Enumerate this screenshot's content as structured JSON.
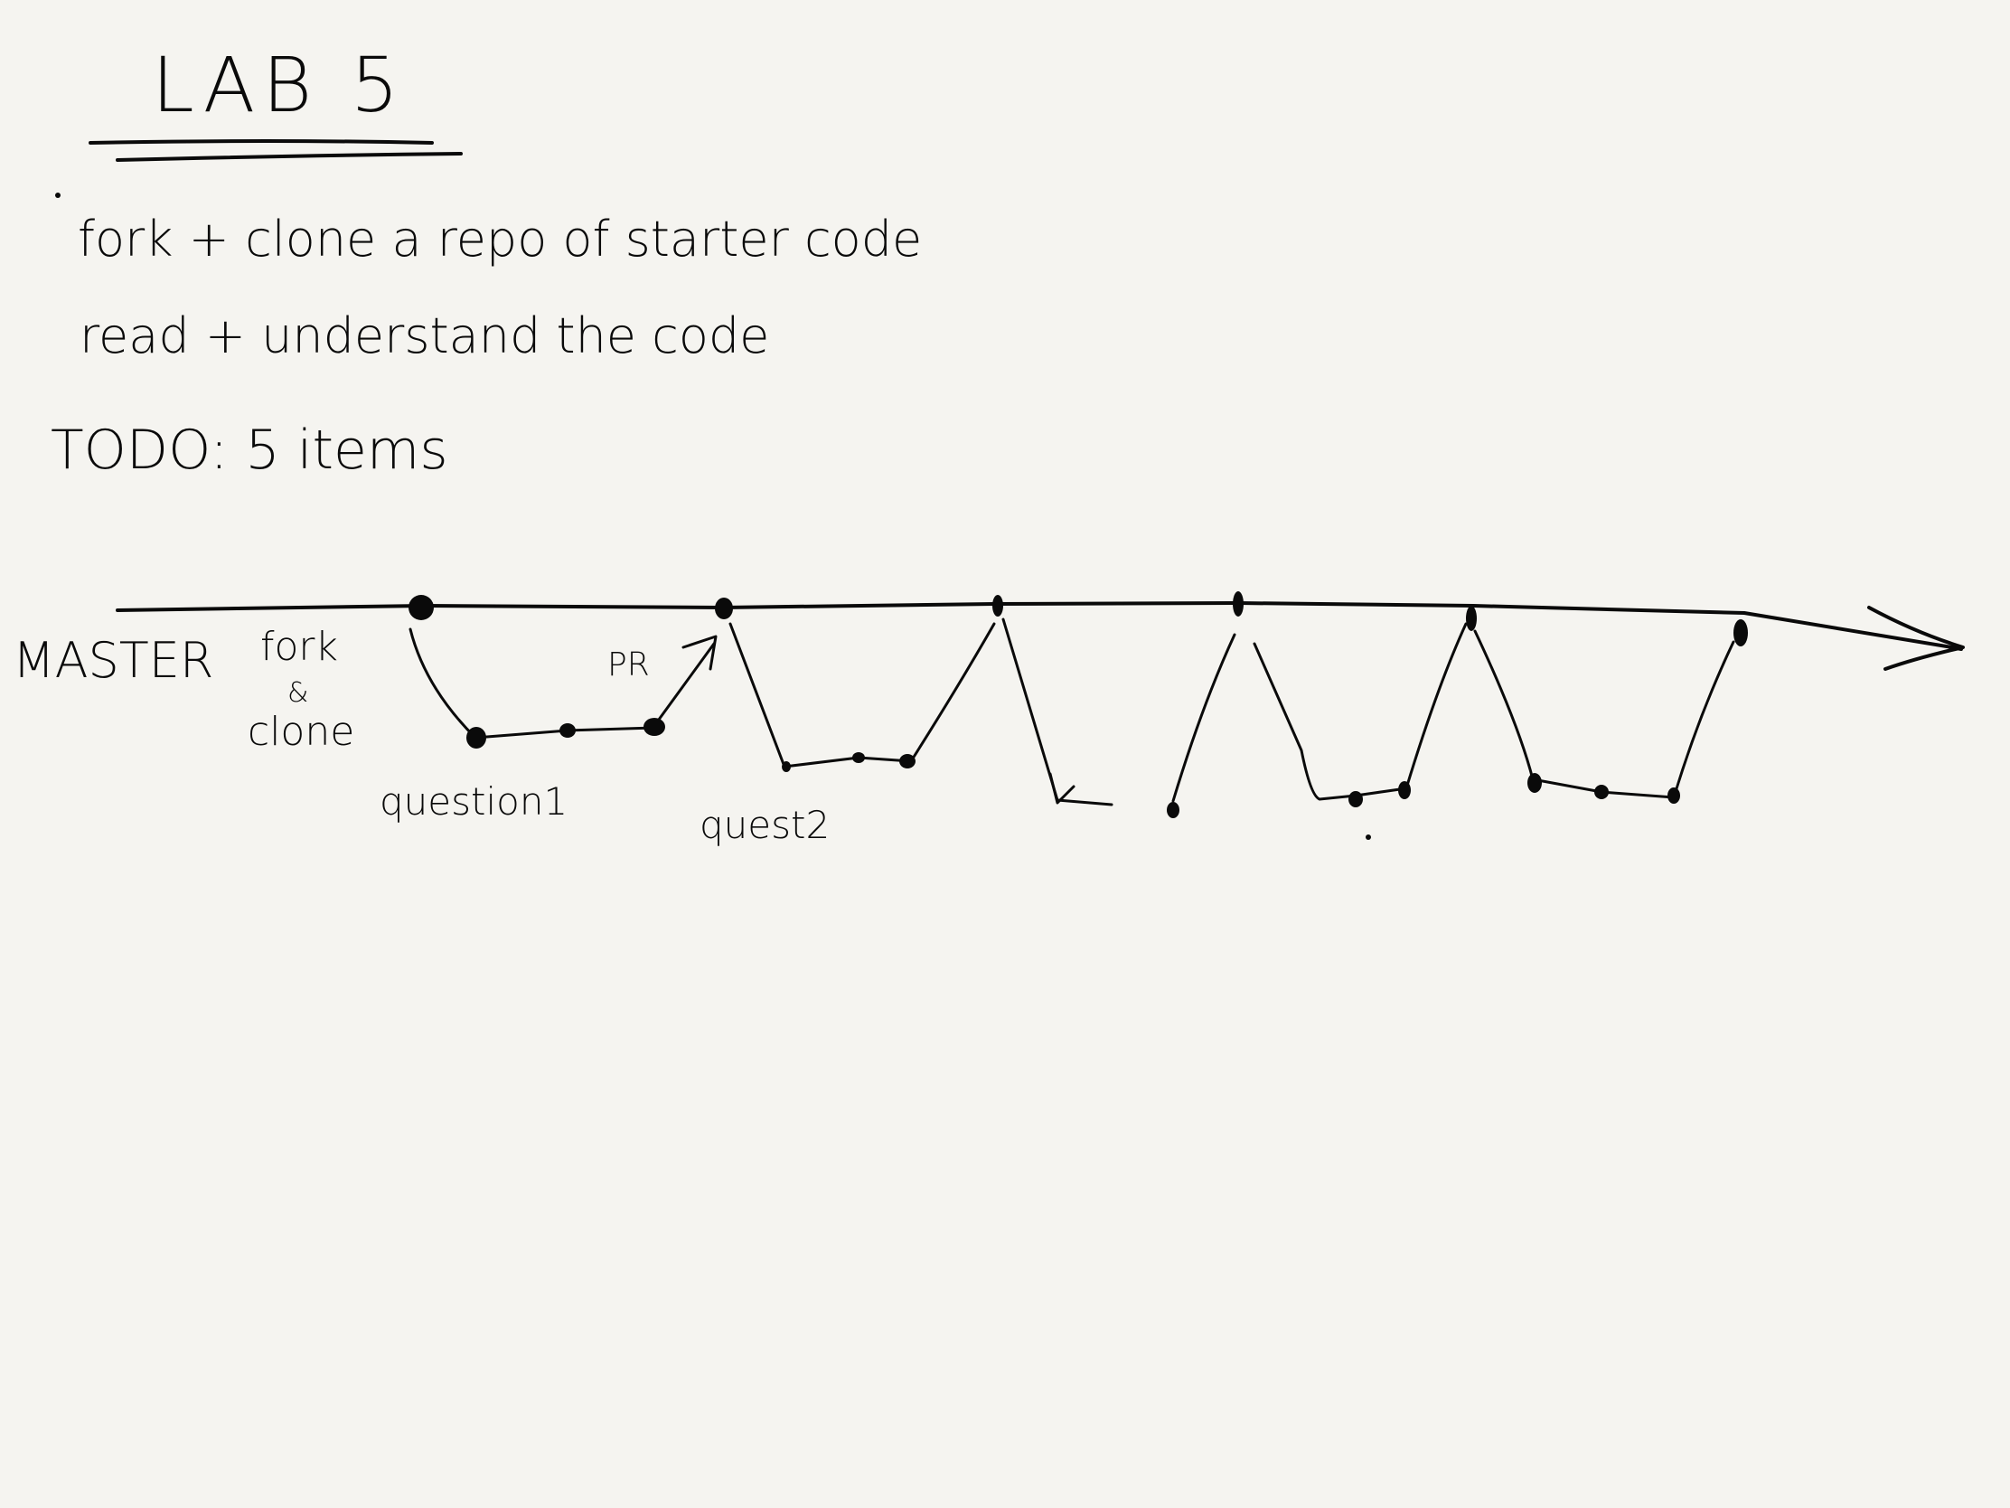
{
  "title": "LAB 5",
  "notes": {
    "line1": "fork + clone a repo of starter code",
    "line2": "read + understand the code",
    "todo": "TODO: 5 items"
  },
  "diagram": {
    "trunk_label": "MASTER",
    "fork_label_line1": "fork",
    "fork_label_line2": "&",
    "fork_label_line3": "clone",
    "pr_label": "PR",
    "branch1_label": "question1",
    "branch2_label": "quest2"
  }
}
